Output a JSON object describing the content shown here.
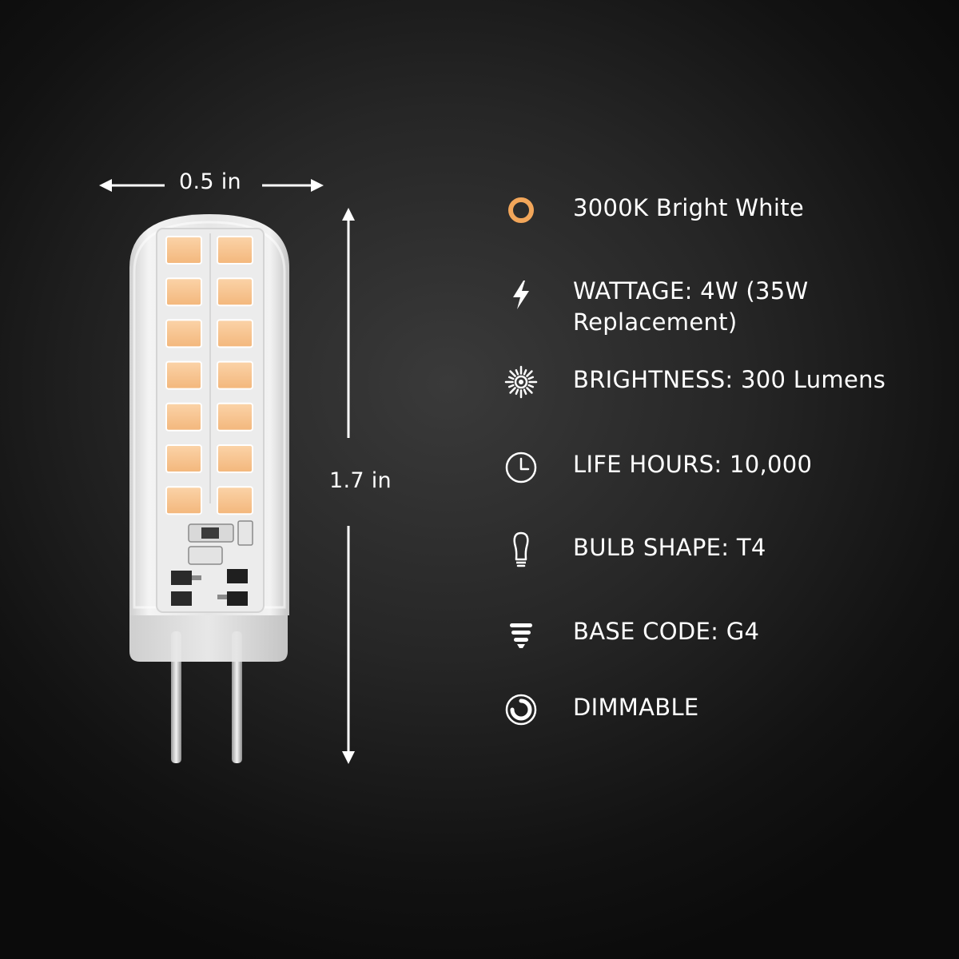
{
  "product": {
    "dimensions": {
      "width_label": "0.5 in",
      "height_label": "1.7 in"
    },
    "led_rows": 7,
    "led_columns": 2
  },
  "colors": {
    "background": "#1c1c1c",
    "accent": "#f2a65a",
    "led": "#f8c38f",
    "text": "#ffffff"
  },
  "specs": [
    {
      "icon": "color-temperature-ring-icon",
      "text": "3000K Bright White"
    },
    {
      "icon": "lightning-bolt-icon",
      "text": "WATTAGE: 4W (35W Replacement)"
    },
    {
      "icon": "sun-brightness-icon",
      "text": "BRIGHTNESS: 300 Lumens"
    },
    {
      "icon": "clock-icon",
      "text": "LIFE HOURS: 10,000"
    },
    {
      "icon": "bulb-shape-icon",
      "text": "BULB SHAPE: T4"
    },
    {
      "icon": "bulb-base-icon",
      "text": "BASE CODE: G4"
    },
    {
      "icon": "dimmer-icon",
      "text": "DIMMABLE"
    }
  ]
}
